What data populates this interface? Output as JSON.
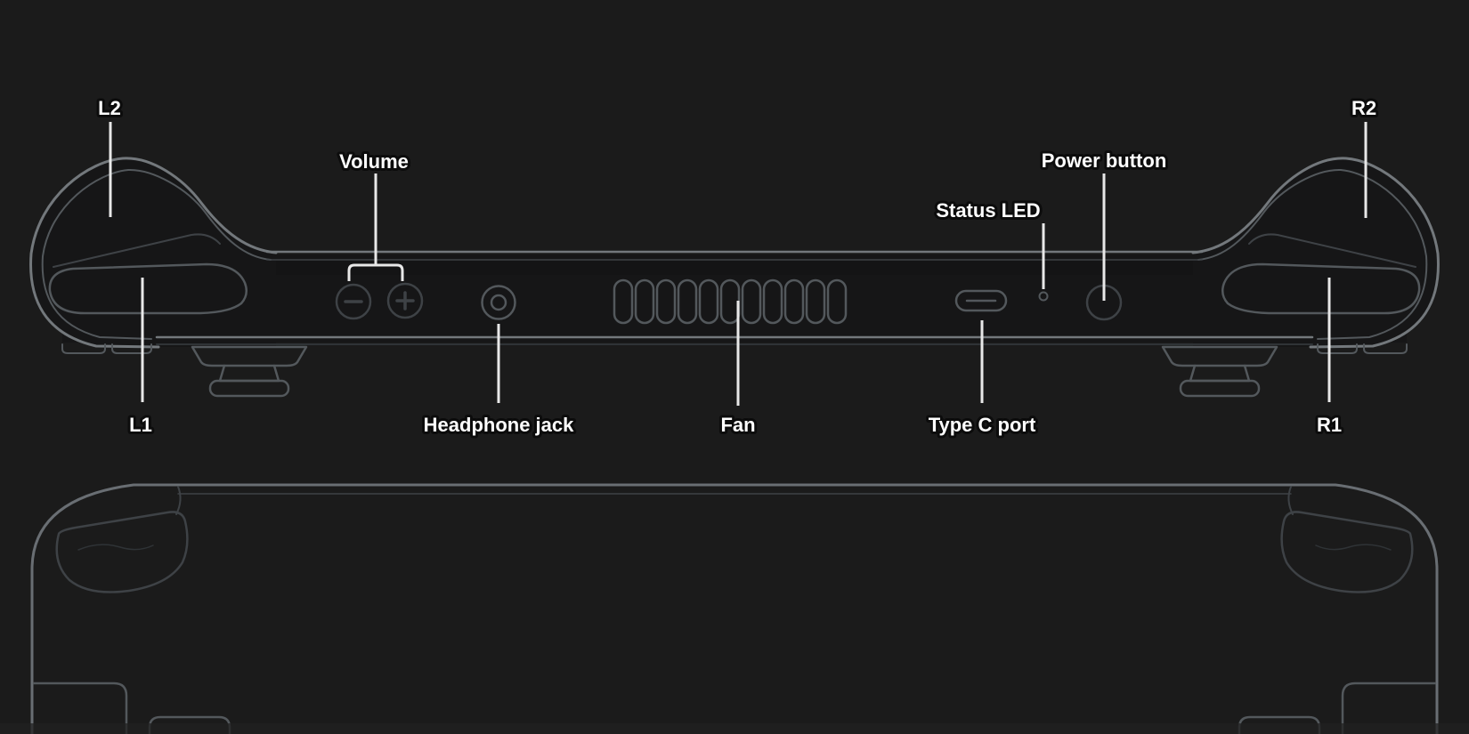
{
  "colors": {
    "background": "#1b1b1b",
    "outline-bright": "#73787c",
    "outline-back": "#696e73",
    "outline-mid": "#53585c",
    "outline-dim": "#3e4246",
    "outline-faint": "#2f3336",
    "leader": "#e8e8e8",
    "label-text": "#ffffff",
    "label-halo": "#0c0c0c"
  },
  "labels": {
    "l2": "L2",
    "volume": "Volume",
    "status_led": "Status LED",
    "power_button": "Power button",
    "r2": "R2",
    "l1": "L1",
    "headphone_jack": "Headphone jack",
    "fan": "Fan",
    "type_c_port": "Type C port",
    "r1": "R1"
  }
}
